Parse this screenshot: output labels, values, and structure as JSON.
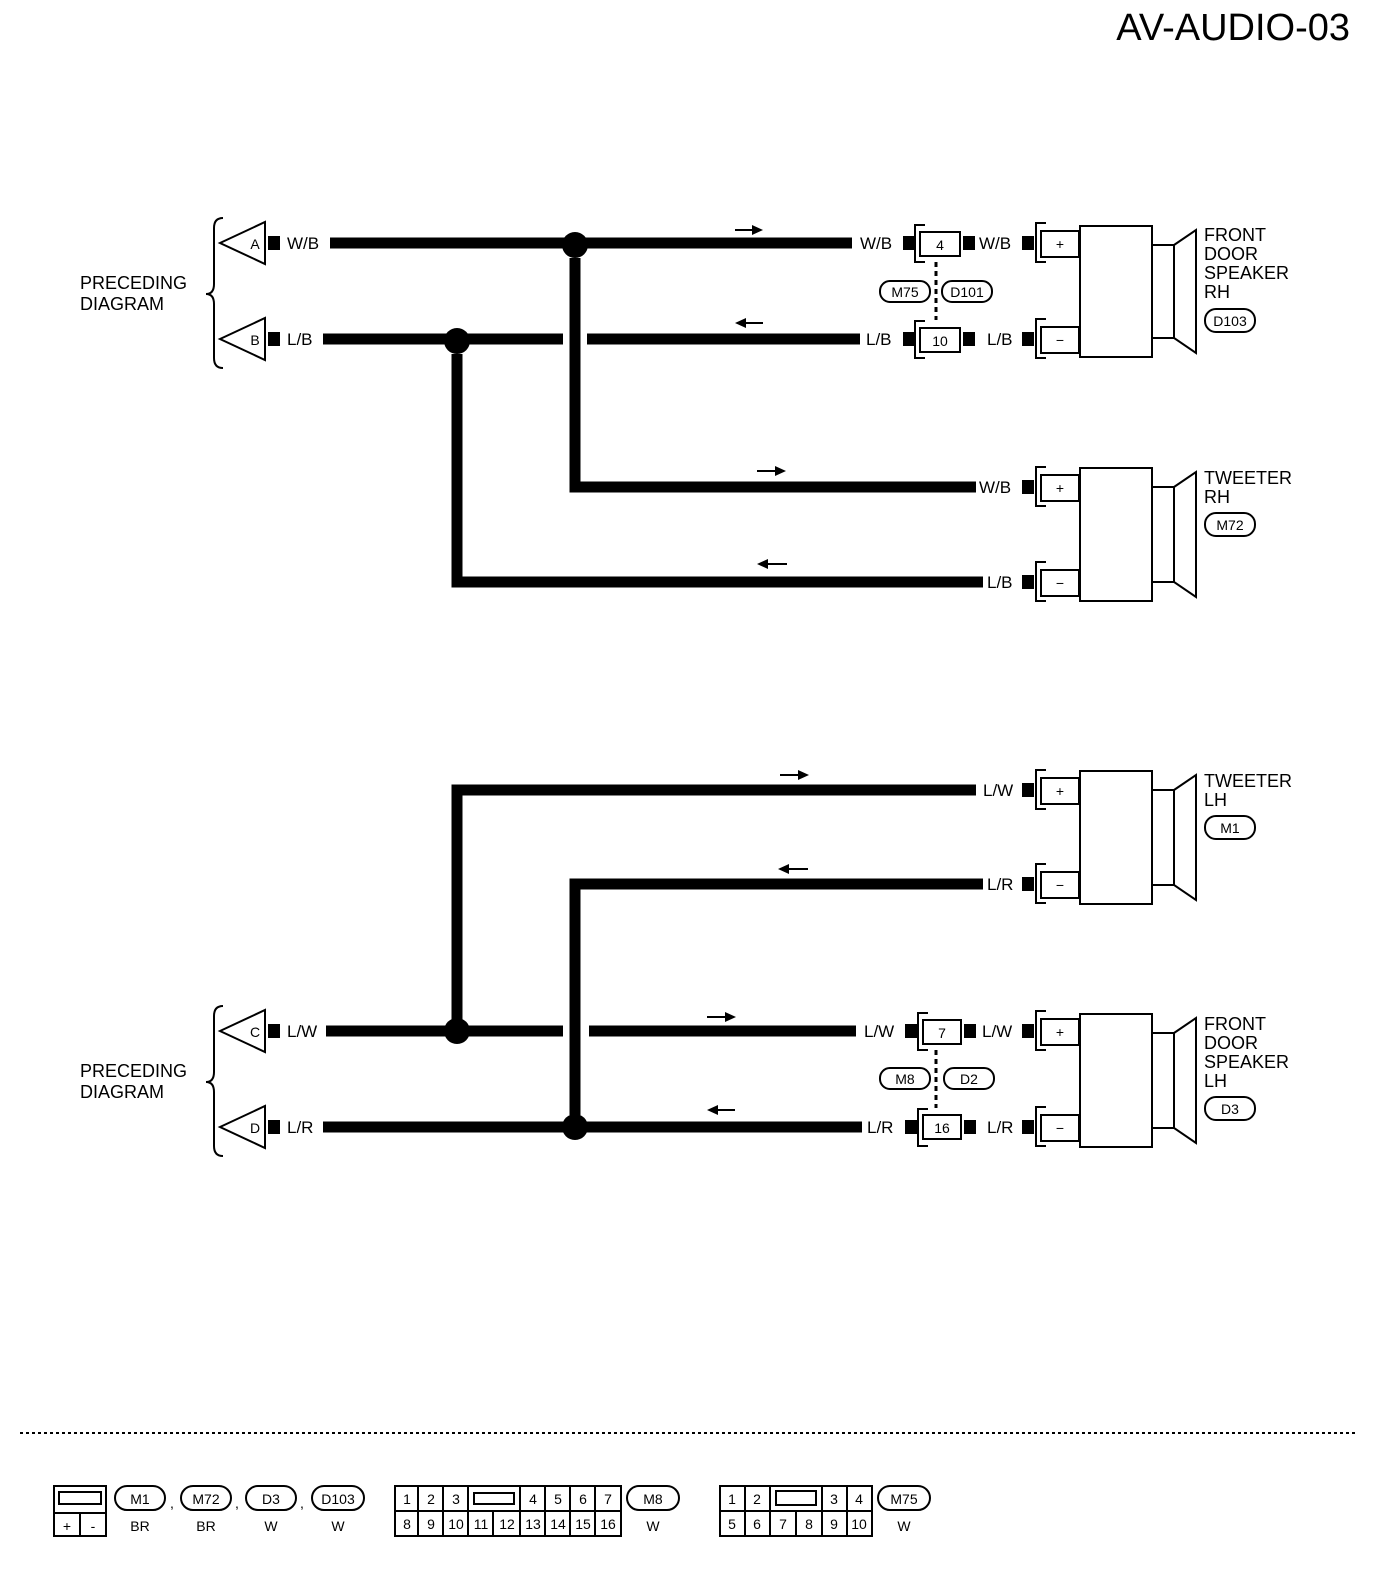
{
  "header": {
    "title": "AV-AUDIO-03"
  },
  "preceding": {
    "top": [
      "PRECEDING",
      "DIAGRAM"
    ],
    "bottom": [
      "PRECEDING",
      "DIAGRAM"
    ]
  },
  "connectors_in": [
    "A",
    "B",
    "C",
    "D"
  ],
  "wires": {
    "wb": "W/B",
    "lb": "L/B",
    "lw": "L/W",
    "lr": "L/R"
  },
  "junction": {
    "top_pins": [
      "4",
      "10"
    ],
    "top_ids": [
      "M75",
      "D101"
    ],
    "bottom_pins": [
      "7",
      "16"
    ],
    "bottom_ids": [
      "M8",
      "D2"
    ]
  },
  "components": {
    "front_rh": {
      "lines": [
        "FRONT",
        "DOOR",
        "SPEAKER",
        "RH"
      ],
      "id": "D103"
    },
    "tweeter_rh": {
      "lines": [
        "TWEETER",
        "RH"
      ],
      "id": "M72"
    },
    "tweeter_lh": {
      "lines": [
        "TWEETER",
        "LH"
      ],
      "id": "M1"
    },
    "front_lh": {
      "lines": [
        "FRONT",
        "DOOR",
        "SPEAKER",
        "LH"
      ],
      "id": "D3"
    }
  },
  "terminal_signs": {
    "plus": "+",
    "minus": "−"
  },
  "legend": {
    "group1": {
      "pins": [
        "+",
        "-"
      ],
      "ids": [
        "M1",
        "M72",
        "D3",
        "D103"
      ],
      "colors": [
        "BR",
        "BR",
        "W",
        "W"
      ],
      "sep": ","
    },
    "group2": {
      "top": [
        "1",
        "2",
        "3",
        "4",
        "5",
        "6",
        "7"
      ],
      "bottom": [
        "8",
        "9",
        "10",
        "11",
        "12",
        "13",
        "14",
        "15",
        "16"
      ],
      "id": "M8",
      "color": "W"
    },
    "group3": {
      "top": [
        "1",
        "2",
        "3",
        "4"
      ],
      "bottom": [
        "5",
        "6",
        "7",
        "8",
        "9",
        "10"
      ],
      "id": "M75",
      "color": "W"
    }
  }
}
